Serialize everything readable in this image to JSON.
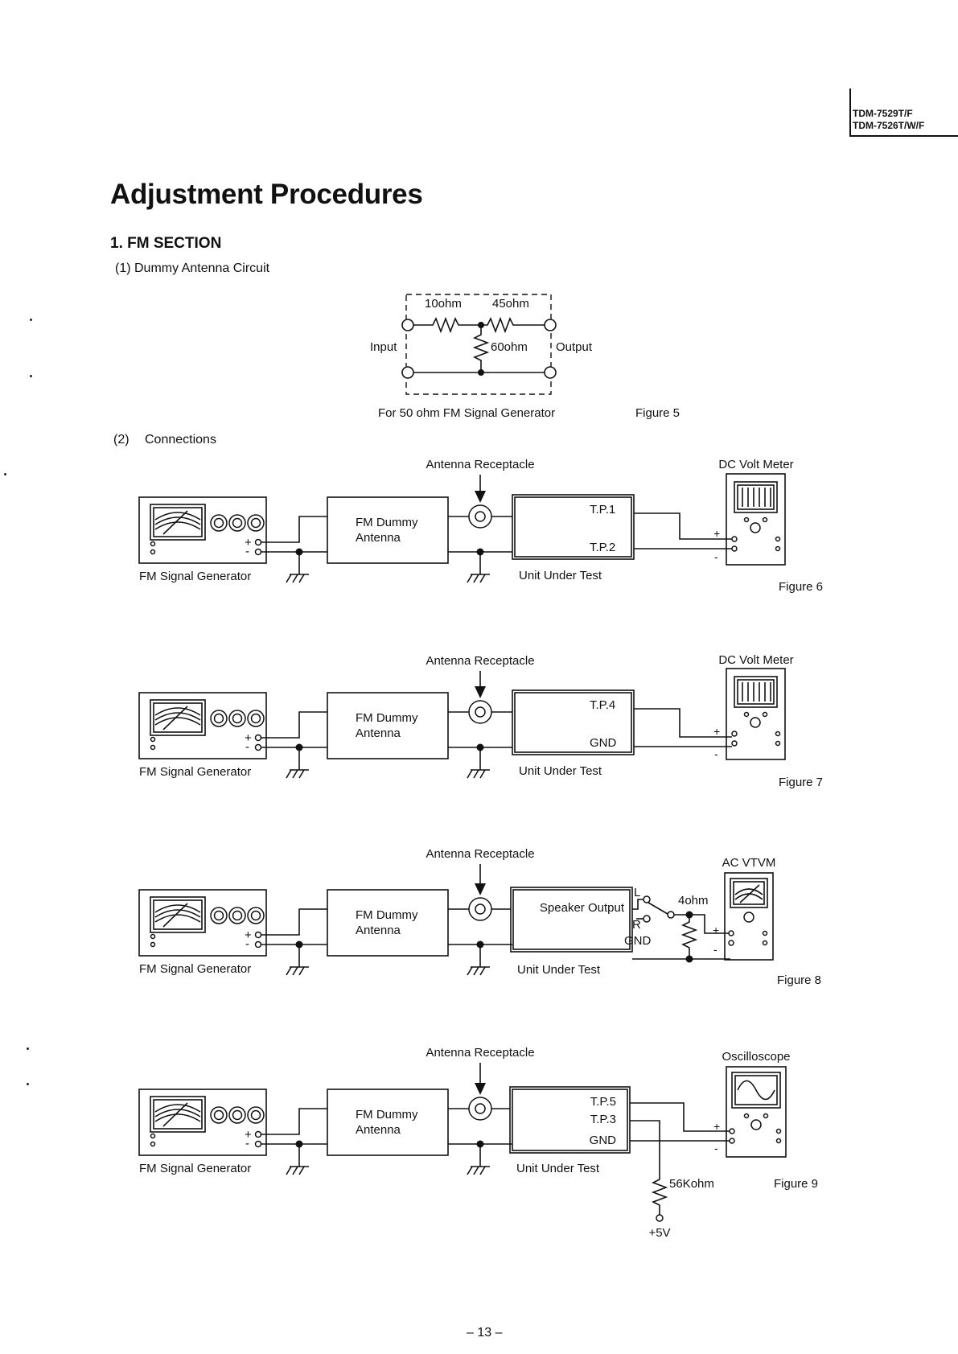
{
  "header": {
    "model_line1": "TDM-7529T/F",
    "model_line2": "TDM-7526T/W/F"
  },
  "title": "Adjustment Procedures",
  "section": "1. FM SECTION",
  "sub1": "(1) Dummy Antenna Circuit",
  "sub2_num": "(2)",
  "sub2_label": "Connections",
  "dummy": {
    "r1": "10ohm",
    "r2": "45ohm",
    "r3": "60ohm",
    "input": "Input",
    "output": "Output",
    "caption": "For 50 ohm FM Signal Generator",
    "figure": "Figure 5"
  },
  "common": {
    "antenna_receptacle": "Antenna Receptacle",
    "fm_dummy_line1": "FM Dummy",
    "fm_dummy_line2": "Antenna",
    "generator": "FM Signal Generator",
    "unit": "Unit Under Test",
    "plus": "+",
    "minus": "-"
  },
  "fig6": {
    "meter": "DC Volt Meter",
    "tp_top": "T.P.1",
    "tp_bottom": "T.P.2",
    "figure": "Figure 6"
  },
  "fig7": {
    "meter": "DC Volt Meter",
    "tp_top": "T.P.4",
    "tp_bottom": "GND",
    "figure": "Figure 7"
  },
  "fig8": {
    "meter": "AC VTVM",
    "speaker": "Speaker Output",
    "tp_bottom": "GND",
    "l": "L",
    "r": "R",
    "load": "4ohm",
    "figure": "Figure 8"
  },
  "fig9": {
    "meter": "Oscilloscope",
    "tp_top": "T.P.5",
    "tp_mid": "T.P.3",
    "tp_bottom": "GND",
    "resistor": "56Kohm",
    "supply": "+5V",
    "figure": "Figure 9"
  },
  "page_number": "– 13 –"
}
